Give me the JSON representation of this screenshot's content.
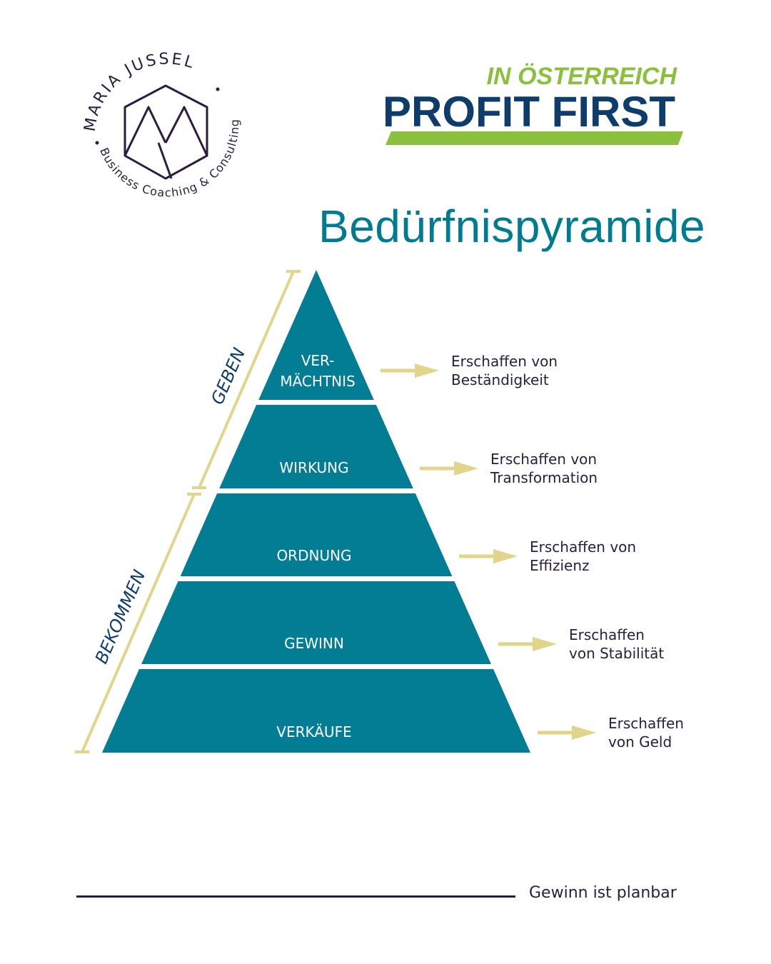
{
  "logo_left": {
    "name_top": "MARIA JUSSEL",
    "tagline": "Business Coaching & Consulting"
  },
  "logo_right": {
    "top": "IN ÖSTERREICH",
    "main": "PROFIT FIRST"
  },
  "title": "Bedürfnispyramide",
  "brackets": {
    "upper": "GEBEN",
    "lower": "BEKOMMEN"
  },
  "levels": [
    {
      "label_lines": [
        "VER-",
        "MÄCHTNIS"
      ],
      "result_lines": [
        "Erschaffen von",
        "Beständigkeit"
      ]
    },
    {
      "label_lines": [
        "WIRKUNG"
      ],
      "result_lines": [
        "Erschaffen  von",
        "Transformation"
      ]
    },
    {
      "label_lines": [
        "ORDNUNG"
      ],
      "result_lines": [
        "Erschaffen von",
        "Effizienz"
      ]
    },
    {
      "label_lines": [
        "GEWINN"
      ],
      "result_lines": [
        "Erschaffen",
        "von Stabilität"
      ]
    },
    {
      "label_lines": [
        "VERKÄUFE"
      ],
      "result_lines": [
        "Erschaffen",
        "von Geld"
      ]
    }
  ],
  "footer": "Gewinn ist planbar",
  "colors": {
    "pyramid": "#027d93",
    "accent": "#e0d58a",
    "brand_green": "#8bc03f",
    "brand_navy": "#0e3d6b",
    "logo_purple": "#2b1d3f"
  }
}
